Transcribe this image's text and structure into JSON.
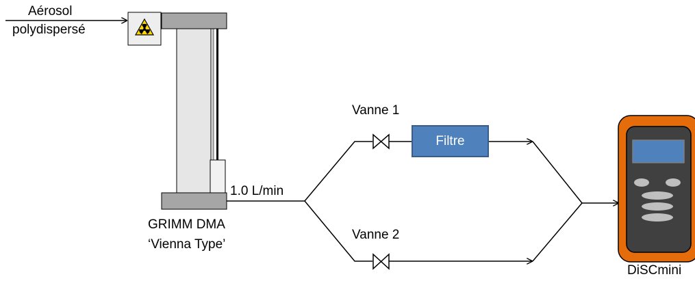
{
  "labels": {
    "aerosol_line1": "Aérosol",
    "aerosol_line2": "polydispersé",
    "dma_line1": "GRIMM DMA",
    "dma_line2": "‘Vienna Type’",
    "flow_rate": "1.0 L/min",
    "valve1": "Vanne 1",
    "valve2": "Vanne 2",
    "filter": "Filtre",
    "discmini": "DiSCmini"
  },
  "colors": {
    "filter_fill": "#4f81bd",
    "filter_border": "#385d8a",
    "device_outer": "#e46c0a",
    "device_body": "#404040",
    "device_screen": "#4f81bd",
    "dma_cap": "#a6a6a6",
    "dma_body": "#e6e6e6",
    "radiation_symbol": "#ffd700"
  },
  "icons": {
    "source": "radiation-symbol-icon",
    "valve": "bowtie-valve-icon"
  }
}
